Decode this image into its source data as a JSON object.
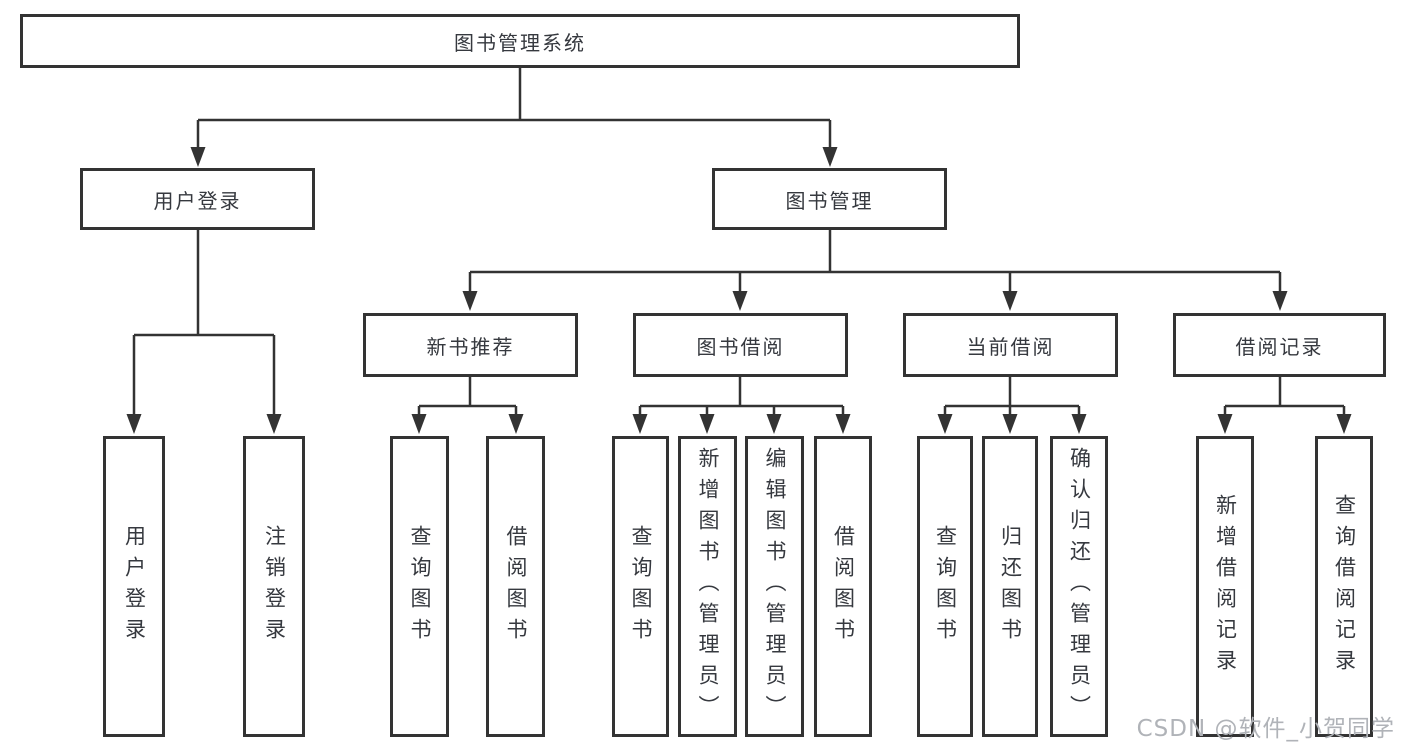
{
  "diagram": {
    "title_node": {
      "label": "图书管理系统"
    },
    "level2": [
      {
        "label": "用户登录"
      },
      {
        "label": "图书管理"
      }
    ],
    "level3": [
      {
        "label": "新书推荐"
      },
      {
        "label": "图书借阅"
      },
      {
        "label": "当前借阅"
      },
      {
        "label": "借阅记录"
      }
    ],
    "leaves": {
      "user_login": [
        "用户登录",
        "注销登录"
      ],
      "new_book": [
        "查询图书",
        "借阅图书"
      ],
      "book_borrow": [
        "查询图书",
        "新增图书（管理员）",
        "编辑图书（管理员）",
        "借阅图书"
      ],
      "current_borrow": [
        "查询图书",
        "归还图书",
        "确认归还（管理员）"
      ],
      "borrow_records": [
        "新增借阅记录",
        "查询借阅记录"
      ]
    },
    "colors": {
      "line": "#333333",
      "text": "#36393f",
      "background": "#ffffff",
      "watermark": "#b0b3b8"
    }
  },
  "watermark": {
    "text": "CSDN @软件_小贺同学"
  }
}
